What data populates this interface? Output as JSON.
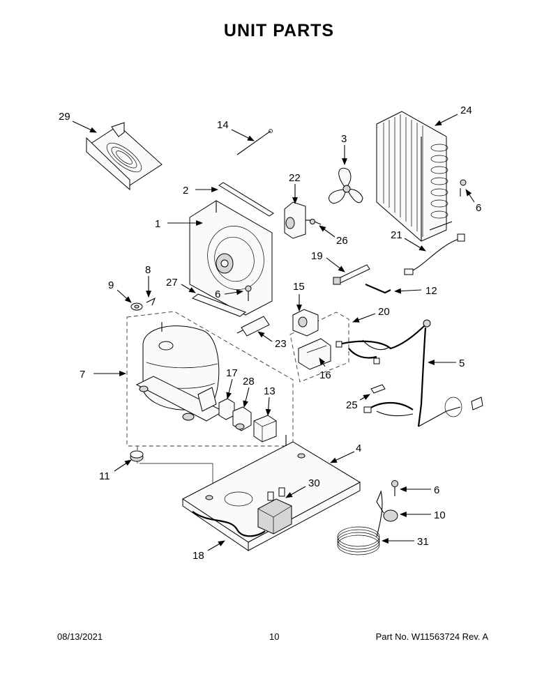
{
  "page": {
    "title": "UNIT  PARTS",
    "footer": {
      "date": "08/13/2021",
      "page_number": "10",
      "part_number": "Part No.  W11563724  Rev.  A"
    }
  },
  "callouts": [
    {
      "id": "c29",
      "label": "29"
    },
    {
      "id": "c14",
      "label": "14"
    },
    {
      "id": "c24",
      "label": "24"
    },
    {
      "id": "c3",
      "label": "3"
    },
    {
      "id": "c2",
      "label": "2"
    },
    {
      "id": "c22",
      "label": "22"
    },
    {
      "id": "c6a",
      "label": "6"
    },
    {
      "id": "c1",
      "label": "1"
    },
    {
      "id": "c26",
      "label": "26"
    },
    {
      "id": "c21",
      "label": "21"
    },
    {
      "id": "c8",
      "label": "8"
    },
    {
      "id": "c19",
      "label": "19"
    },
    {
      "id": "c9",
      "label": "9"
    },
    {
      "id": "c27",
      "label": "27"
    },
    {
      "id": "c15",
      "label": "15"
    },
    {
      "id": "c12",
      "label": "12"
    },
    {
      "id": "c6b",
      "label": "6"
    },
    {
      "id": "c20",
      "label": "20"
    },
    {
      "id": "c23",
      "label": "23"
    },
    {
      "id": "c5",
      "label": "5"
    },
    {
      "id": "c16",
      "label": "16"
    },
    {
      "id": "c7",
      "label": "7"
    },
    {
      "id": "c17",
      "label": "17"
    },
    {
      "id": "c28",
      "label": "28"
    },
    {
      "id": "c13",
      "label": "13"
    },
    {
      "id": "c25",
      "label": "25"
    },
    {
      "id": "c4",
      "label": "4"
    },
    {
      "id": "c11",
      "label": "11"
    },
    {
      "id": "c30",
      "label": "30"
    },
    {
      "id": "c6c",
      "label": "6"
    },
    {
      "id": "c10",
      "label": "10"
    },
    {
      "id": "c31",
      "label": "31"
    },
    {
      "id": "c18",
      "label": "18"
    }
  ]
}
